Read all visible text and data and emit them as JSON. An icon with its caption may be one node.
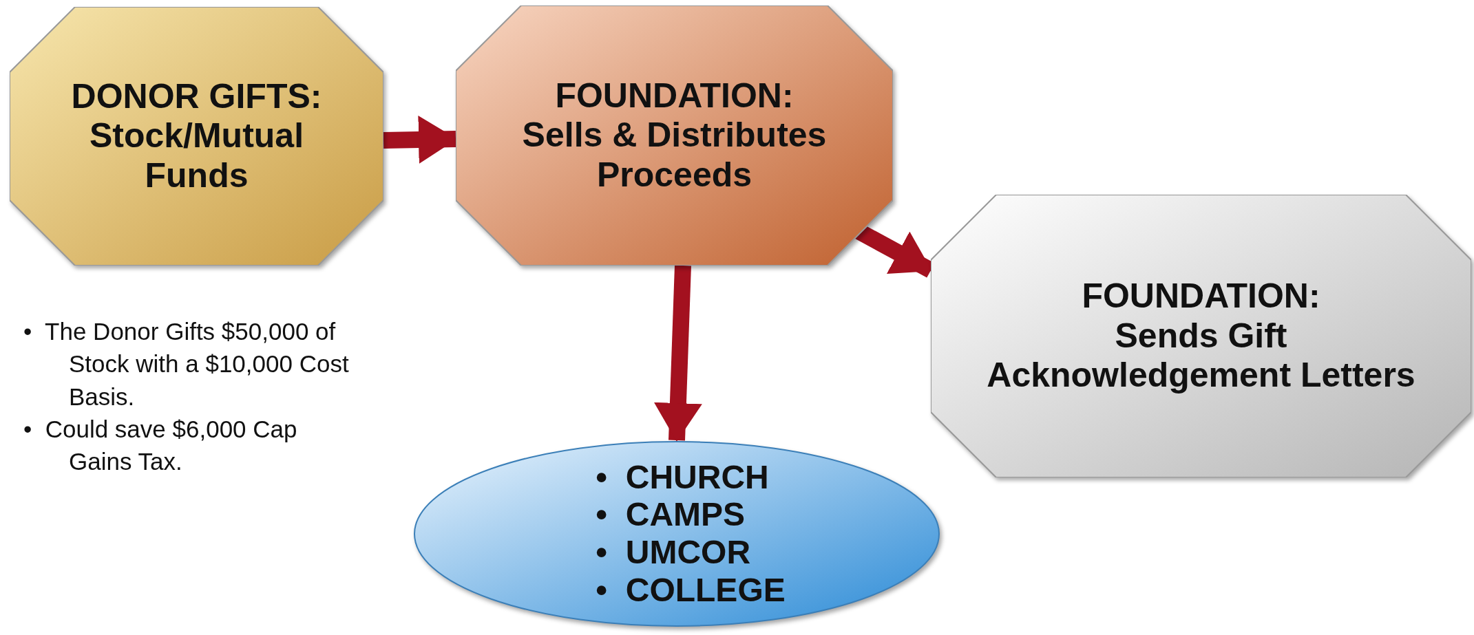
{
  "diagram": {
    "nodes": [
      {
        "text": [
          "DONOR GIFTS:",
          "Stock/Mutual Funds"
        ]
      },
      {
        "text": [
          "FOUNDATION:",
          "Sells & Distributes Proceeds"
        ]
      },
      {
        "text": [
          "FOUNDATION:",
          "Sends Gift Acknowledgement Letters"
        ]
      },
      {
        "text": [
          "•  CHURCH",
          "•  CAMPS",
          "•  UMCOR",
          "•  COLLEGE"
        ]
      }
    ],
    "edges": [
      {
        "from": 0,
        "to": 1,
        "arrow": "to"
      },
      {
        "from": 1,
        "to": 2,
        "arrow": "to"
      },
      {
        "from": 1,
        "to": 3,
        "arrow": "to"
      }
    ],
    "labels": [
      "•  The Donor Gifts $50,000 of Stock with a $10,000 Cost Basis.",
      "•  Could save $6,000 Cap Gains Tax."
    ]
  }
}
